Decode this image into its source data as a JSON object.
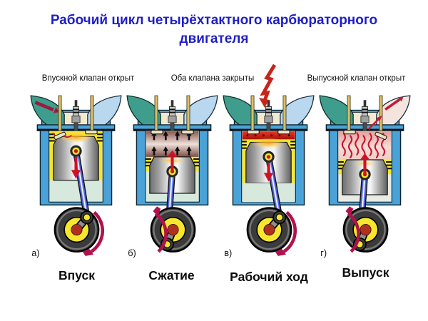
{
  "title": "Рабочий цикл четырёхтактного карбюраторного двигателя",
  "valve_labels": [
    {
      "text": "Впускной клапан открыт"
    },
    {
      "text": "Оба клапана закрыты"
    },
    {
      "text": "Выпускной клапан открыт"
    }
  ],
  "strokes": [
    {
      "marker": "а)",
      "name": "Впуск"
    },
    {
      "marker": "б)",
      "name": "Сжатие"
    },
    {
      "marker": "в)",
      "name": "Рабочий ход"
    },
    {
      "marker": "г)",
      "name": "Выпуск"
    }
  ],
  "icons": {
    "lightning": "lightning-icon",
    "rotation": "rotation-arrow-icon"
  },
  "colors": {
    "title_blue": "#1e1ec8",
    "cylinder_blue": "#4aa3d8",
    "liner_yellow": "#f6e72e",
    "intake_teal": "#3f9d8e",
    "exhaust_light_blue": "#b9d7ef",
    "crimson_arrow": "#b0124d",
    "red_arrow": "#cf1126",
    "spark_red": "#c5261c",
    "mint_crankcase": "#d6e9dc"
  }
}
